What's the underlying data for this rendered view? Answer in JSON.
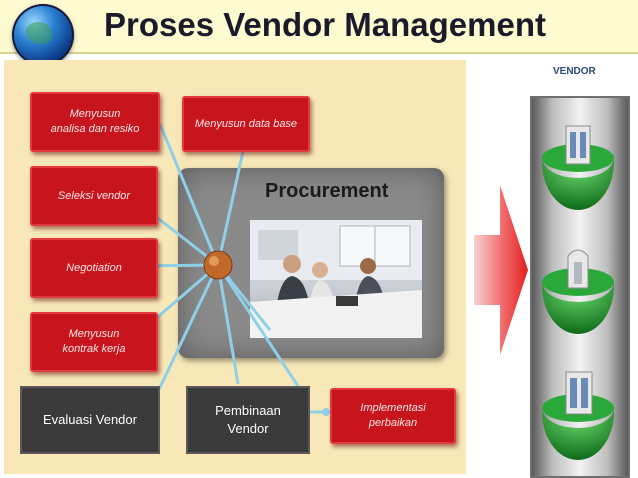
{
  "title": "Proses Vendor Management",
  "globe_icon": "globe-icon",
  "center": {
    "title": "Procurement",
    "photo": "business-meeting-photo"
  },
  "red_steps": [
    {
      "id": "analisa",
      "line1": "Menyusun",
      "line2": "analisa dan resiko"
    },
    {
      "id": "database",
      "line1": "Menyusun data base",
      "line2": ""
    },
    {
      "id": "seleksi",
      "line1": "Seleksi vendor",
      "line2": ""
    },
    {
      "id": "negotiation",
      "line1": "Negotiation",
      "line2": ""
    },
    {
      "id": "kontrak",
      "line1": "Menyusun",
      "line2": "kontrak kerja"
    },
    {
      "id": "implementasi",
      "line1": "Implementasi",
      "line2": "perbaikan"
    }
  ],
  "dark_steps": {
    "evaluasi": "Evaluasi Vendor",
    "pembinaan_line1": "Pembinaan",
    "pembinaan_line2": "Vendor"
  },
  "vendor": {
    "label": "VENDOR",
    "items": [
      "building-icon",
      "building-icon",
      "building-icon"
    ]
  },
  "colors": {
    "red_box": "#c8141c",
    "panel": "#f8e8b8",
    "connector": "#8ed0e8",
    "hub": "#c06a2a",
    "dome": "#1f8a2a"
  }
}
